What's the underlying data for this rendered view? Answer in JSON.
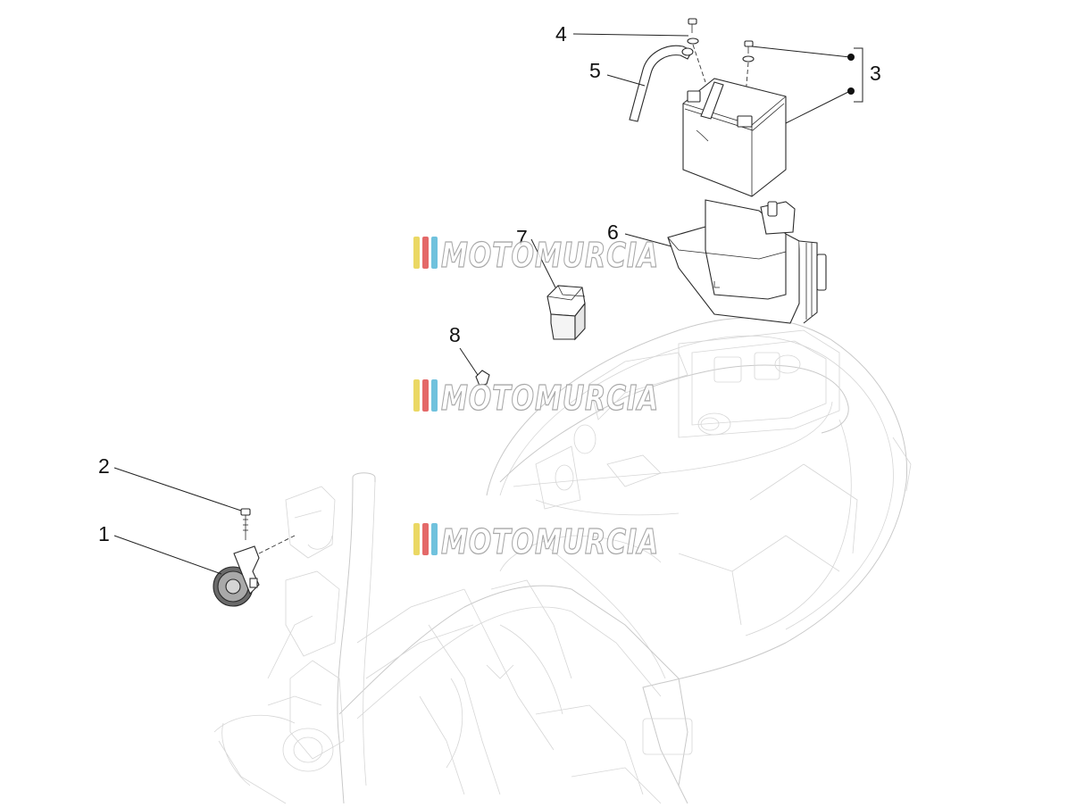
{
  "diagram": {
    "callouts": [
      {
        "id": "1",
        "label": "1"
      },
      {
        "id": "2",
        "label": "2"
      },
      {
        "id": "3",
        "label": "3"
      },
      {
        "id": "4",
        "label": "4"
      },
      {
        "id": "5",
        "label": "5"
      },
      {
        "id": "6",
        "label": "6"
      },
      {
        "id": "7",
        "label": "7"
      },
      {
        "id": "8",
        "label": "8"
      }
    ],
    "watermark": {
      "text": "MOTOMURCIA",
      "stripe_colors": [
        "#e8d24a",
        "#e05050",
        "#58b8d8"
      ]
    }
  }
}
